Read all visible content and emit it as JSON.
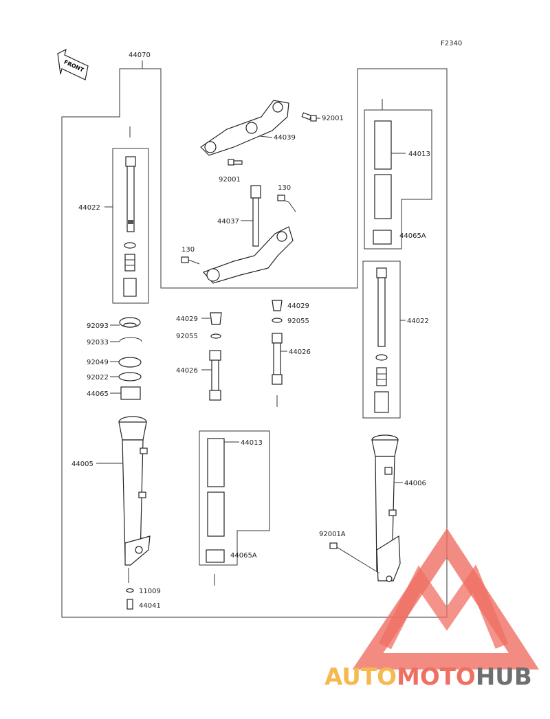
{
  "figure_code": "F2340",
  "front_label": "FRONT",
  "labels": {
    "l44070": "44070",
    "l92001_top": "92001",
    "l44039": "44039",
    "l92001_mid": "92001",
    "l130_top": "130",
    "l44037": "44037",
    "l130_left": "130",
    "l44013_right": "44013",
    "l44065a_right": "44065A",
    "l44022_left": "44022",
    "l44022_right": "44022",
    "l92093": "92093",
    "l92033": "92033",
    "l92049": "92049",
    "l92022": "92022",
    "l44065": "44065",
    "l44029_mid": "44029",
    "l92055_mid": "92055",
    "l44026_mid": "44026",
    "l44029_right": "44029",
    "l92055_right": "92055",
    "l44026_right": "44026",
    "l44013_mid": "44013",
    "l44065a_mid": "44065A",
    "l44005": "44005",
    "l44006": "44006",
    "l92001a": "92001A",
    "l11009": "11009",
    "l44041": "44041"
  },
  "watermark": {
    "part1": "AUTO",
    "part2": "MOTO",
    "part3": "HUB",
    "color_orange": "#f6b94f",
    "color_red": "#ef6f63",
    "color_gray": "#6f6f6f"
  }
}
